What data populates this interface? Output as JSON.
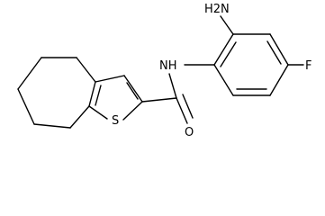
{
  "molecule": {
    "atom_labels": {
      "amine": "H2N",
      "amide_nh": "NH",
      "fluoro": "F",
      "sulfur": "S",
      "oxygen": "O"
    },
    "colors": {
      "bond": "#000000",
      "background": "#ffffff"
    }
  }
}
